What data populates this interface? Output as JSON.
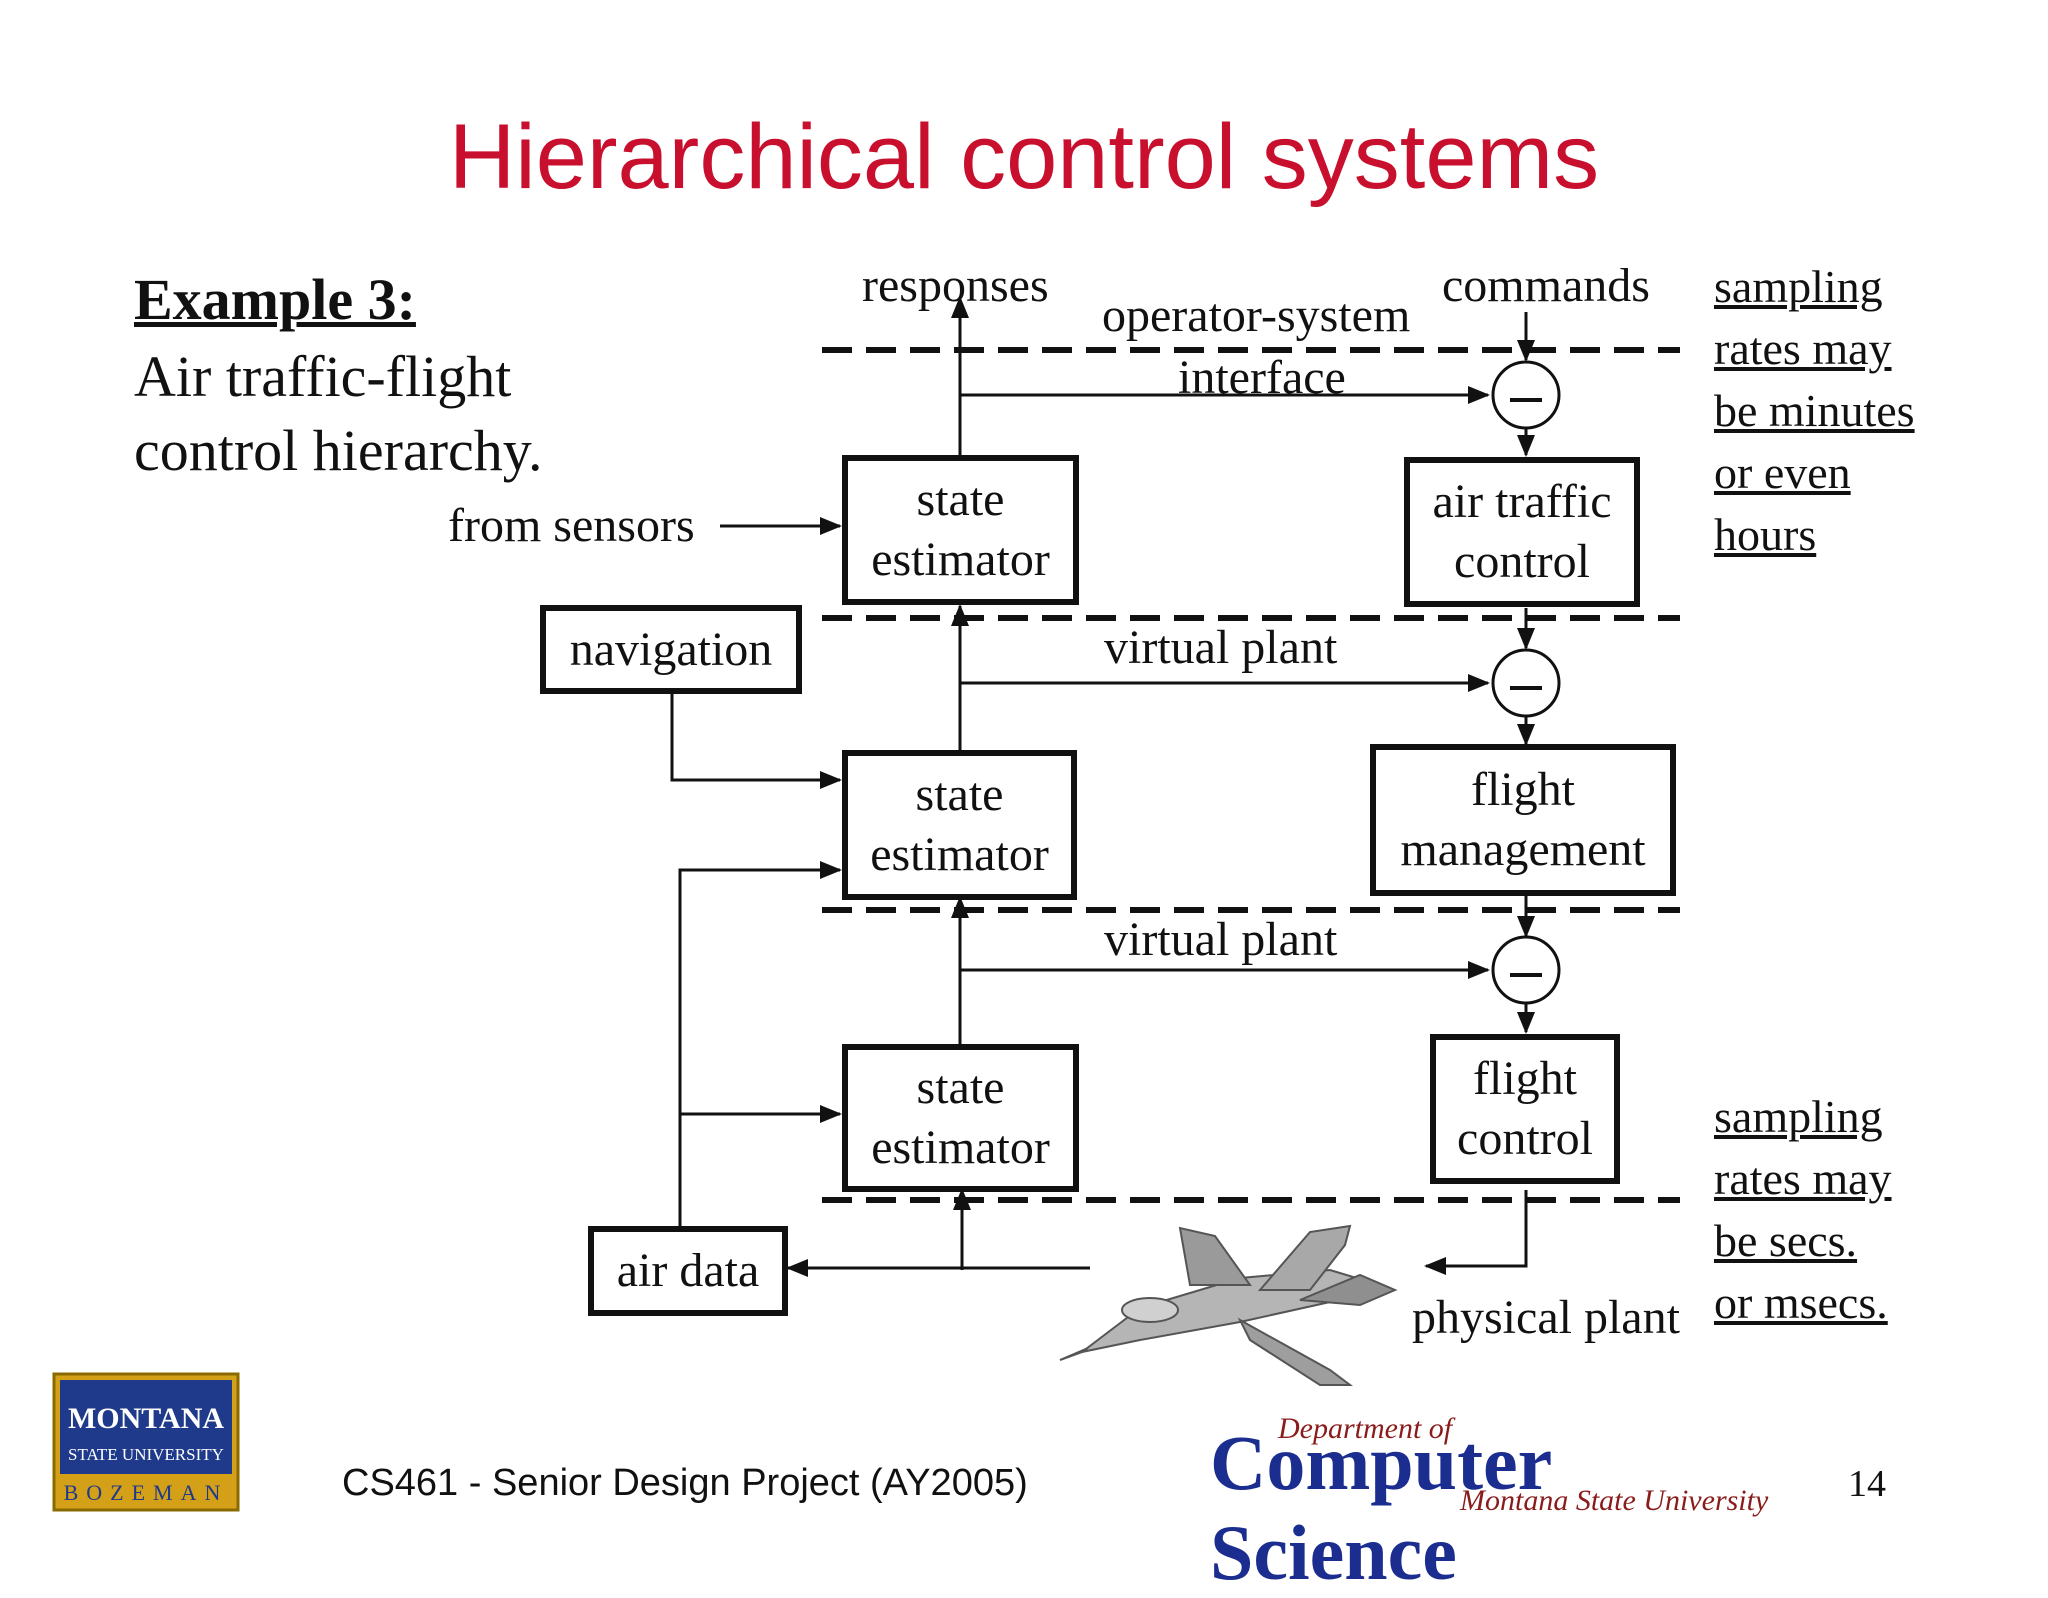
{
  "title": "Hierarchical control systems",
  "example": {
    "heading": "Example 3:",
    "line1": "Air traffic-flight",
    "line2": "control hierarchy."
  },
  "labels": {
    "responses": "responses",
    "commands": "commands",
    "operator_system": "operator-system",
    "interface": "interface",
    "from_sensors": "from sensors",
    "virtual_plant_1": "virtual plant",
    "virtual_plant_2": "virtual plant",
    "physical_plant": "physical plant",
    "minus": "–"
  },
  "boxes": {
    "state_estimator_1": "state\nestimator",
    "state_estimator_2": "state\nestimator",
    "state_estimator_3": "state\nestimator",
    "air_traffic_control": "air traffic\ncontrol",
    "flight_management": "flight\nmanagement",
    "flight_control": "flight\ncontrol",
    "navigation": "navigation",
    "air_data": "air data"
  },
  "notes": {
    "top": [
      "sampling",
      "rates may",
      "be minutes",
      "or even",
      "hours"
    ],
    "bottom": [
      "sampling",
      "rates may",
      "be secs.",
      "or msecs."
    ]
  },
  "footer": {
    "course": "CS461 - Senior Design Project (AY2005)",
    "page": "14"
  },
  "logos": {
    "msu_line1": "MONTANA",
    "msu_line2": "STATE UNIVERSITY",
    "msu_line3": "BOZEMAN",
    "cs_dept": "Department of",
    "cs_name": "Computer Science",
    "cs_univ": "Montana State University"
  },
  "colors": {
    "title": "#c8102e",
    "cs_blue": "#1b2d8f",
    "cs_red": "#8b1c1c",
    "msu_blue": "#1f3a8a",
    "msu_gold": "#d4a017"
  }
}
